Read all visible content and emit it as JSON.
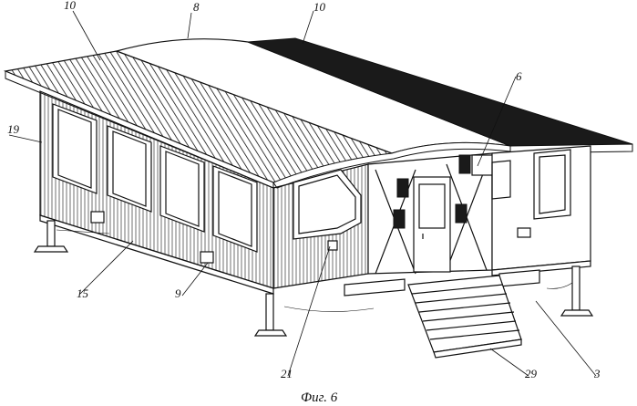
{
  "labels": {
    "l8": "8",
    "l10a": "10",
    "l10b": "10",
    "l6": "6",
    "l19": "19",
    "l15": "15",
    "l9": "9",
    "l21": "21",
    "l29": "29",
    "l3": "3"
  },
  "caption": "Фиг. 6"
}
